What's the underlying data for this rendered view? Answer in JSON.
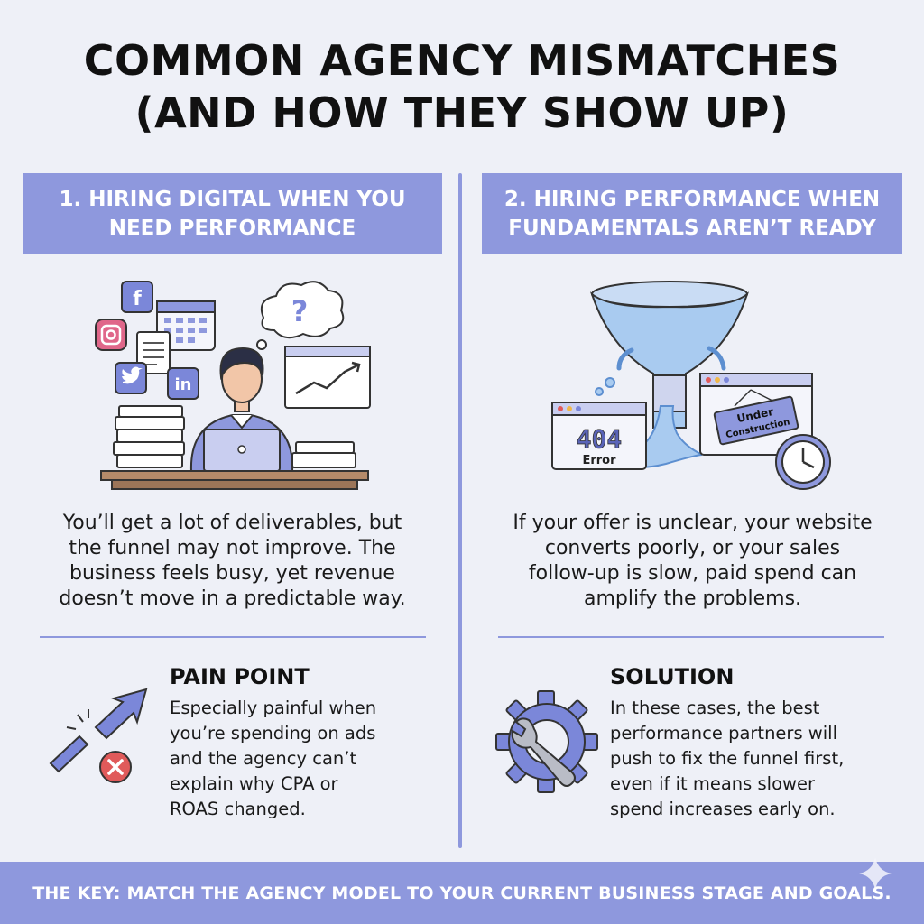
{
  "title": {
    "line1": "COMMON AGENCY MISMATCHES",
    "line2": "(AND HOW THEY SHOW UP)"
  },
  "left": {
    "banner_line1": "1. HIRING DIGITAL WHEN YOU",
    "banner_line2": "NEED PERFORMANCE",
    "body_lines": [
      "You’ll get a lot of deliverables, but",
      "the funnel may not improve. The",
      "business feels busy, yet revenue",
      "doesn’t move in a predictable way."
    ],
    "heading": "PAIN POINT",
    "sub_lines": [
      "Especially painful when",
      "you’re spending on ads",
      "and the agency can’t",
      "explain why CPA or",
      "ROAS changed."
    ],
    "icons": [
      "facebook-icon",
      "instagram-icon",
      "twitter-icon",
      "linkedin-icon",
      "calendar-icon",
      "question-cloud-icon",
      "chart-window-icon",
      "laptop-icon",
      "broken-arrow-icon",
      "error-x-icon"
    ],
    "icon_labels": {
      "facebook": "f",
      "linkedin": "in",
      "question": "?"
    }
  },
  "right": {
    "banner_line1": "2. HIRING PERFORMANCE WHEN",
    "banner_line2": "FUNDAMENTALS AREN’T READY",
    "body_lines": [
      "If your offer is unclear, your website",
      "converts poorly, or your sales",
      "follow-up is slow, paid spend can",
      "amplify the problems."
    ],
    "heading": "SOLUTION",
    "sub_lines": [
      "In these cases, the best",
      "performance partners will",
      "push to fix the funnel first,",
      "even if it means slower",
      "spend increases early on."
    ],
    "error_window": {
      "code": "404",
      "label": "Error"
    },
    "construction_sign": {
      "line1": "Under",
      "line2": "Construction"
    },
    "icons": [
      "leaky-funnel-icon",
      "error-window-icon",
      "under-construction-window-icon",
      "clock-icon",
      "gear-wrench-icon"
    ]
  },
  "footer": {
    "text": "THE KEY: MATCH THE AGENCY MODEL TO YOUR CURRENT BUSINESS STAGE AND GOALS."
  },
  "colors": {
    "accent": "#8e98dd",
    "background": "#eef0f7",
    "water": "#a9cbf0",
    "error_red": "#e05a5a"
  }
}
